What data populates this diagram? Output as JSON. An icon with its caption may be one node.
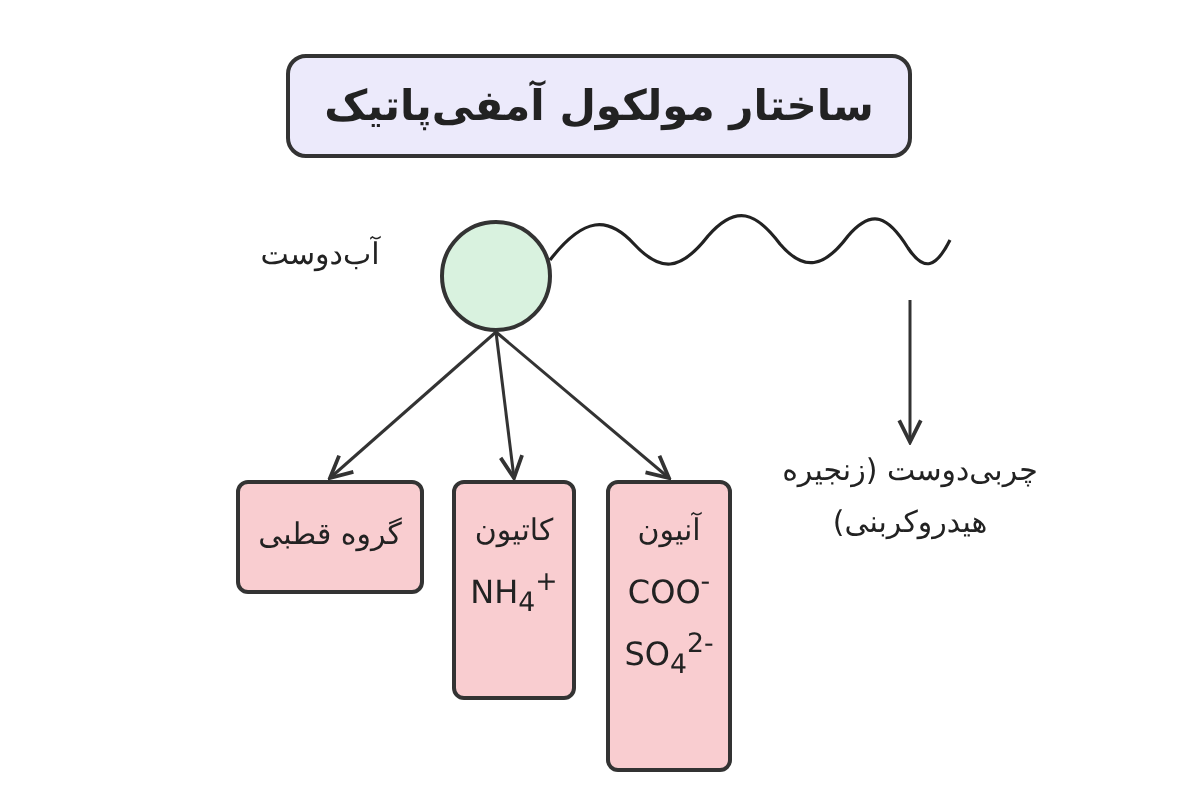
{
  "diagram": {
    "nodes": [
      {
        "text": [
          "ساختار مولکول آمفی‌پاتیک"
        ]
      },
      {
        "text": [],
        "shape": "circle",
        "beside": [
          "آب‌دوست"
        ]
      },
      {
        "text": [],
        "shape": "picture"
      },
      {
        "text": [
          "چربی‌دوست (زنجیره هیدروکربنی)"
        ]
      },
      {
        "text": [
          "گروه قطبی"
        ]
      },
      {
        "text": [
          "کاتیون",
          "NH$_{4}$$^{+}$"
        ]
      },
      {
        "text": [
          "آنیون",
          "COO$^{-}$",
          "SO$_{4}$$^{2-}$"
        ]
      }
    ],
    "edges": [
      {
        "from": 2,
        "to": 3,
        "arrow": "to"
      },
      {
        "from": 1,
        "to": 4,
        "arrow": "to"
      },
      {
        "from": 1,
        "to": 5,
        "arrow": "to"
      },
      {
        "from": 1,
        "to": 6,
        "arrow": "to"
      }
    ]
  }
}
